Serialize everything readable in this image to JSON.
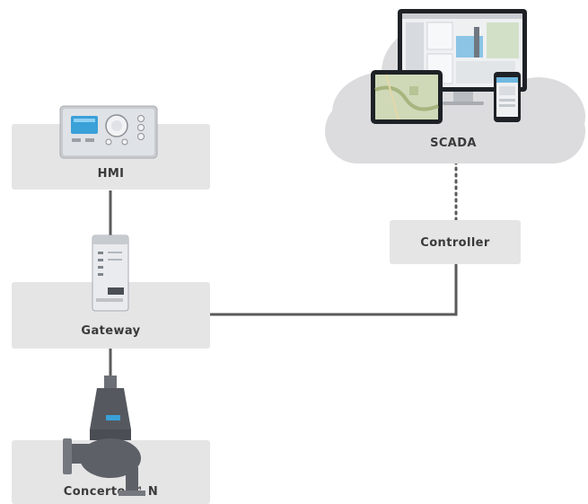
{
  "nodes": {
    "hmi": {
      "label": "HMI"
    },
    "gateway": {
      "label": "Gateway"
    },
    "pump": {
      "label": "Concertor™ N"
    },
    "scada": {
      "label": "SCADA"
    },
    "controller": {
      "label": "Controller"
    }
  },
  "colors": {
    "box": "#e5e5e6",
    "cloud": "#dcdcde",
    "line": "#5a5a5a",
    "text": "#3a3a3a",
    "accent": "#3aa0d8"
  },
  "icons": [
    "hmi-panel-icon",
    "gateway-device-icon",
    "pump-icon",
    "monitor-icon",
    "tablet-icon",
    "phone-icon"
  ]
}
